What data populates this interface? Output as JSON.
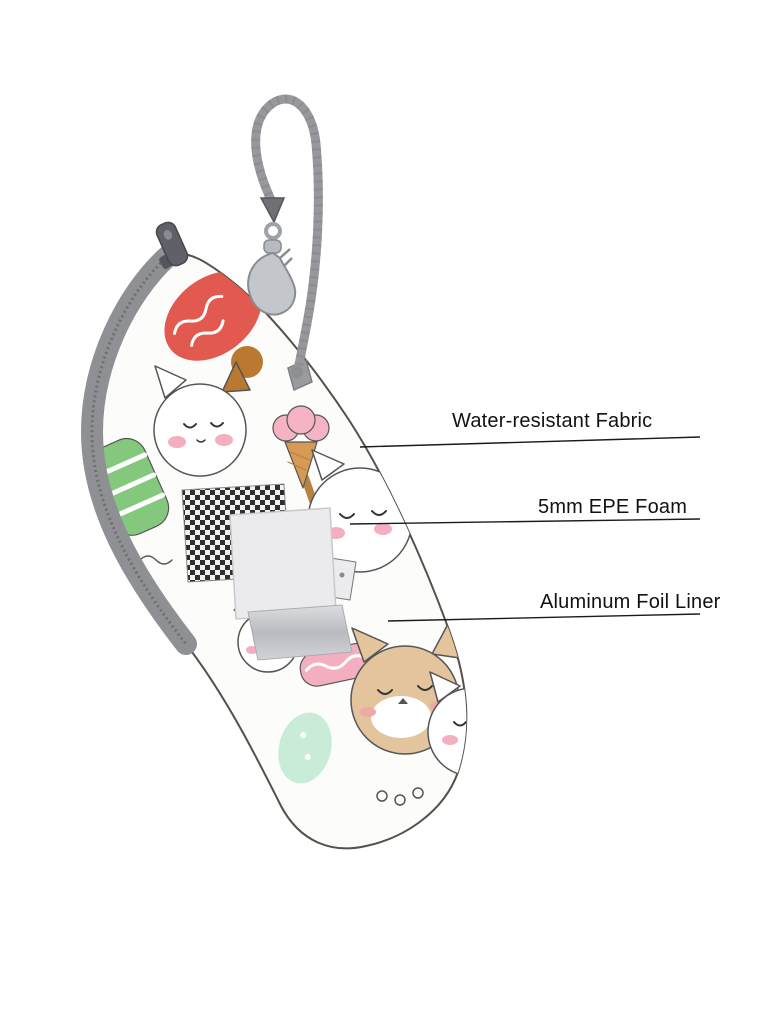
{
  "figure": {
    "background": "#ffffff",
    "product_name": "insulated baby bottle bag with cartoon cat pattern"
  },
  "annotations": [
    {
      "id": "water-resistant-fabric",
      "label": "Water-resistant Fabric"
    },
    {
      "id": "epe-foam",
      "label": "5mm EPE Foam"
    },
    {
      "id": "aluminum-foil-liner",
      "label": "Aluminum Foil Liner"
    }
  ],
  "colors": {
    "leader_line": "#1a1a1a",
    "zipper_gray": "#8f9094",
    "strap_gray": "#97989c",
    "clasp_silver": "#c3c7cc",
    "fabric_white": "#fcfcfa",
    "accent_red": "#e25a4f",
    "accent_green": "#84c87e",
    "accent_pink": "#f3aebf",
    "accent_tan": "#e3c49c",
    "accent_mint": "#c9ecd9"
  }
}
